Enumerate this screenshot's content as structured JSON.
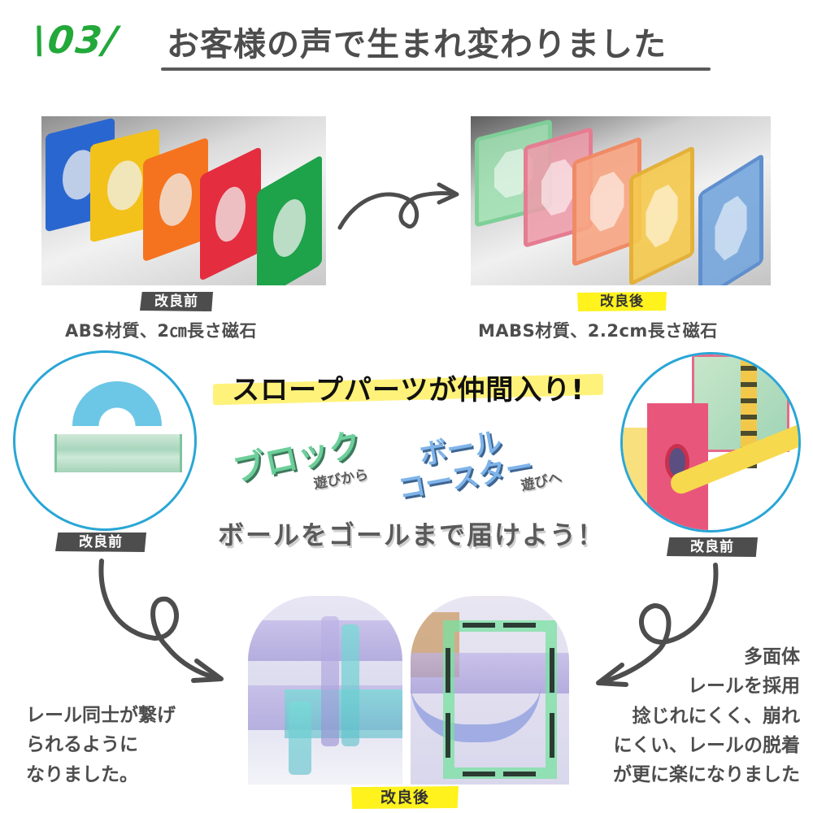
{
  "header": {
    "section_number": "\\03/",
    "title": "お客様の声で生まれ変わりました"
  },
  "comparison_top": {
    "before": {
      "tag": "改良前",
      "caption": "ABS材質、2㎝長さ磁石",
      "image": "colored-magnet-tiles-abs",
      "tile_colors": [
        "#1f5fc7",
        "#f2c21a",
        "#f5731f",
        "#e42d3f",
        "#1ea24a"
      ]
    },
    "arrow_icon": "loop-arrow-right",
    "after": {
      "tag": "改良後",
      "caption": "MABS材質、2.2cm長さ磁石",
      "image": "pastel-magnet-tiles-mabs",
      "tile_colors": [
        "#9fe0b1",
        "#ef99a8",
        "#f7a582",
        "#f5c94d",
        "#76a6dd"
      ]
    }
  },
  "promo": {
    "headline": "スロープパーツが仲間入り!",
    "from_word": "ブロック",
    "from_suffix": "遊びから",
    "to_word_line1": "ボール",
    "to_word_line2": "コースター",
    "to_suffix": "遊びへ",
    "call_to_action": "ボールをゴールまで届けよう！"
  },
  "left_circle": {
    "image": "old-slope-parts-arch-and-tube",
    "tag": "改良前"
  },
  "right_circle": {
    "image": "old-yellow-rail-through-tile",
    "tag": "改良前"
  },
  "bottom": {
    "image": "new-connected-rails-and-polyhedral-rail",
    "tag": "改良後",
    "left_note": [
      "レール同士が繋げ",
      "られるように",
      "なりました。"
    ],
    "right_note": [
      "多面体",
      "レールを採用",
      "捻じれにくく、崩れ",
      "にくい、レールの脱着",
      "が更に楽になりました"
    ]
  },
  "colors": {
    "accent_green": "#23a83a",
    "text_gray": "#4d4d4d",
    "tag_dark": "#4d4d4d",
    "tag_yellow": "#fff21d",
    "circle_border": "#2aa6d6",
    "highlight_yellow": "#fff27a",
    "pop_green": "#6ccf9a",
    "pop_blue": "#7fb4ea"
  }
}
